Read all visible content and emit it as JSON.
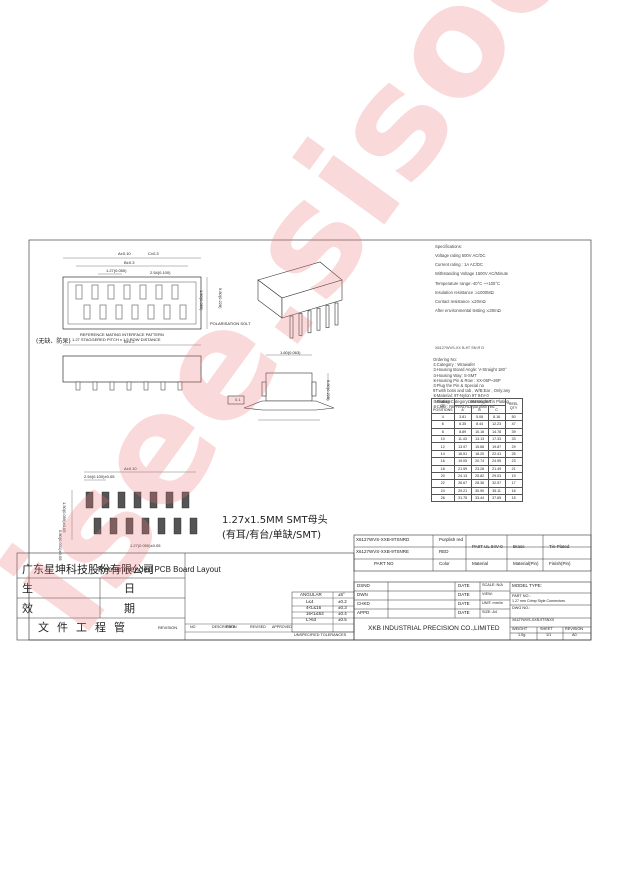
{
  "specs": {
    "title": "Specifications:",
    "lines": [
      "Voltage rating 500V AC/DC",
      "Current rating : 1A AC/DC",
      "Withstanding Voltage 1500V AC/Minute",
      "Temperature range:-40°C ~+105°C",
      "Insulation resistance :≥1000MΩ",
      "Contact resistance :≤20mΩ",
      "After environmental testing :≤30mΩ"
    ],
    "part_code": "X6127WVS-XX B-9T SN R D",
    "ordering": [
      "Ordering No:",
      "①Category : Wrawafer",
      "②Housing Board Angle: V-Straight 180°",
      "③Housing Way: S-SMT",
      "④Housing Pin & Row : XX-06P~26P",
      "⑤Plug the Pin & Special no",
      "   9T:with boss and tab , W/B:Ear , Only:any",
      "⑥Material: 9T-Nylon 9T 94V-0",
      "⑦Plating Category: SN-Bright Tin Plating",
      "⑧Color: RE-Red,RD-purplish red"
    ]
  },
  "dim_table": {
    "header": [
      "NUMBER OF POSITIONS",
      "DIMENSIONS",
      "REEL QTY"
    ],
    "sub": [
      "A",
      "B",
      "C"
    ],
    "rows": [
      [
        "4",
        "3.81",
        "5.08",
        "8.16",
        "50"
      ],
      [
        "6",
        "6.35",
        "8.44",
        "12.23",
        "47"
      ],
      [
        "8",
        "8.89",
        "10.16",
        "14.78",
        "39"
      ],
      [
        "10",
        "11.43",
        "13.13",
        "17.33",
        "33"
      ],
      [
        "12",
        "13.97",
        "15.68",
        "19.87",
        "29"
      ],
      [
        "14",
        "16.51",
        "18.20",
        "22.41",
        "25"
      ],
      [
        "16",
        "19.05",
        "20.74",
        "24.95",
        "23"
      ],
      [
        "18",
        "21.59",
        "23.28",
        "21.49",
        "21"
      ],
      [
        "20",
        "24.13",
        "25.82",
        "29.03",
        "19"
      ],
      [
        "22",
        "26.67",
        "28.36",
        "32.57",
        "17"
      ],
      [
        "24",
        "29.21",
        "30.90",
        "35.11",
        "16"
      ],
      [
        "26",
        "31.75",
        "33.44",
        "37.65",
        "15"
      ]
    ]
  },
  "drawing": {
    "dims_top": {
      "full": "A±0.10",
      "c": "C±0.3",
      "b": "B±0.3",
      "pitch1": "1.27(0.050)",
      "pitch2": "2.54(0.100)"
    },
    "side_h": "1.50(0.059)",
    "side_h2": "5.80(0.228)",
    "chinese_note": "(无缺、防呆)",
    "interface_note": "REFERENCE MATING INTERFACE PATTERN",
    "pitch_note": "1.27 STAGGERED PITCH x 1.5 ROW DISTANCE",
    "polar_note": "POLARISATION SOLT",
    "front_dim": "B±0.2",
    "end_dim": "1.60(0.063)",
    "end_dim2": "5.80(0.228)",
    "flat_label": "0.1",
    "pcb_a": "A±0.10",
    "pcb_p": "2.54(0.100)±0.05",
    "pcb_r": "1.27(0.050)±0.05",
    "pcb_h": "1.50(0.059)±0.05",
    "pcb_w": "0.80(0.031)±0.05",
    "product_en": "1.27x1.5MM SMT母头",
    "product_cn": "(有耳/有台/单缺/SMT)",
    "pcb_layout": "Recommended PCB Board Layout"
  },
  "parts": {
    "rows": [
      [
        "X6127WVS-XXB-9TSNRD",
        "Purplish red",
        "PA9T UL 94V-0",
        "Brass",
        "Tin-Plated"
      ],
      [
        "X6127WVS-XXB-9TSNRE",
        "RED",
        "",
        "",
        ""
      ]
    ],
    "headers": [
      "PART NO",
      "Color",
      "Material",
      "Material(Pin)",
      "Finish(Pin)"
    ]
  },
  "stamp": {
    "company_cn": "广东星坤科技股份有限公司",
    "gen": "生",
    "xiao": "效",
    "ri": "日",
    "qi": "期",
    "file_cn": "文件工程管",
    "rev_label": "REVISION"
  },
  "tolerance": {
    "angular": "ANGULAR",
    "angular_val": "±5°",
    "rows": [
      [
        "L≤4",
        "±0.2"
      ],
      [
        "4<L≤16",
        "±0.3"
      ],
      [
        "16<L≤63",
        "±0.4"
      ],
      [
        "L>63",
        "±0.5"
      ]
    ],
    "footer": "UNSPECIFIED TOLERANCES",
    "cols": [
      "NO",
      "DESCRIPTION",
      "DATE",
      "REVISED",
      "APPROVED"
    ]
  },
  "title_block": {
    "dsnd": "DSND",
    "dwn": "DWN",
    "chkd": "CHKD",
    "appd": "APPD",
    "date": "DATE",
    "scale": "SCALE: N/A",
    "view": "VIEW:",
    "unit": "UNIT: mm/in",
    "size": "SIZE: A4",
    "model_type": "MODEL TYPE:",
    "part_label": "PART NO.:",
    "part_name": "1.27 mm Crimp Style Connectors",
    "dwg_label": "DWG NO.:",
    "dwg_no": "X6127WVS-XXB-9TSNXX",
    "weight": "WEIGHT",
    "sheet": "SHEET",
    "revision": "REVISION",
    "weight_val": "1.0g",
    "sheet_val": "1/1",
    "rev_val": "A0",
    "company": "XKB INDUSTRIAL PRECISION CO.,LIMITED"
  },
  "watermark": "isee.sisoog.com"
}
